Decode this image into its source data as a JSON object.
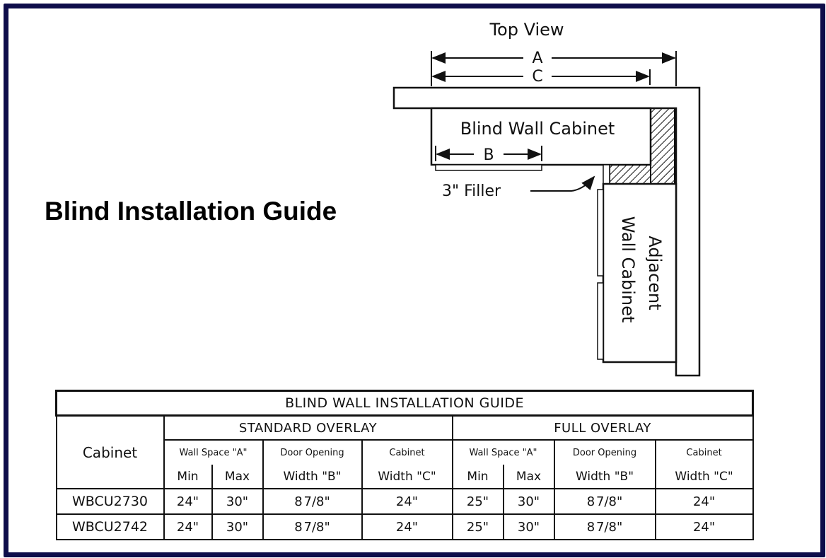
{
  "page_title": "Blind Installation Guide",
  "diagram": {
    "view_label": "Top View",
    "dim_a": "A",
    "dim_c": "C",
    "dim_b": "B",
    "blind_cabinet_label": "Blind Wall Cabinet",
    "filler_label": "3\" Filler",
    "adjacent_line1": "Adjacent",
    "adjacent_line2": "Wall Cabinet"
  },
  "table": {
    "title": "BLIND WALL INSTALLATION GUIDE",
    "cabinet_header": "Cabinet",
    "groups": [
      "STANDARD OVERLAY",
      "FULL OVERLAY"
    ],
    "sub_headers_top": [
      "Wall Space \"A\"",
      "Door Opening",
      "Cabinet"
    ],
    "sub_headers_bottom": [
      "Min",
      "Max",
      "Width \"B\"",
      "Width \"C\""
    ],
    "rows": [
      {
        "model": "WBCU2730",
        "standard": {
          "min": "24\"",
          "max": "30\"",
          "door_whole": "8",
          "door_frac": "7/8",
          "door_inch": "\"",
          "width_c": "24\""
        },
        "full": {
          "min": "25\"",
          "max": "30\"",
          "door_whole": "8",
          "door_frac": "7/8",
          "door_inch": "\"",
          "width_c": "24\""
        }
      },
      {
        "model": "WBCU2742",
        "standard": {
          "min": "24\"",
          "max": "30\"",
          "door_whole": "8",
          "door_frac": "7/8",
          "door_inch": "\"",
          "width_c": "24\""
        },
        "full": {
          "min": "25\"",
          "max": "30\"",
          "door_whole": "8",
          "door_frac": "7/8",
          "door_inch": "\"",
          "width_c": "24\""
        }
      }
    ]
  },
  "colors": {
    "frame": "#0e0d4a",
    "ink": "#111111",
    "background": "#ffffff"
  }
}
